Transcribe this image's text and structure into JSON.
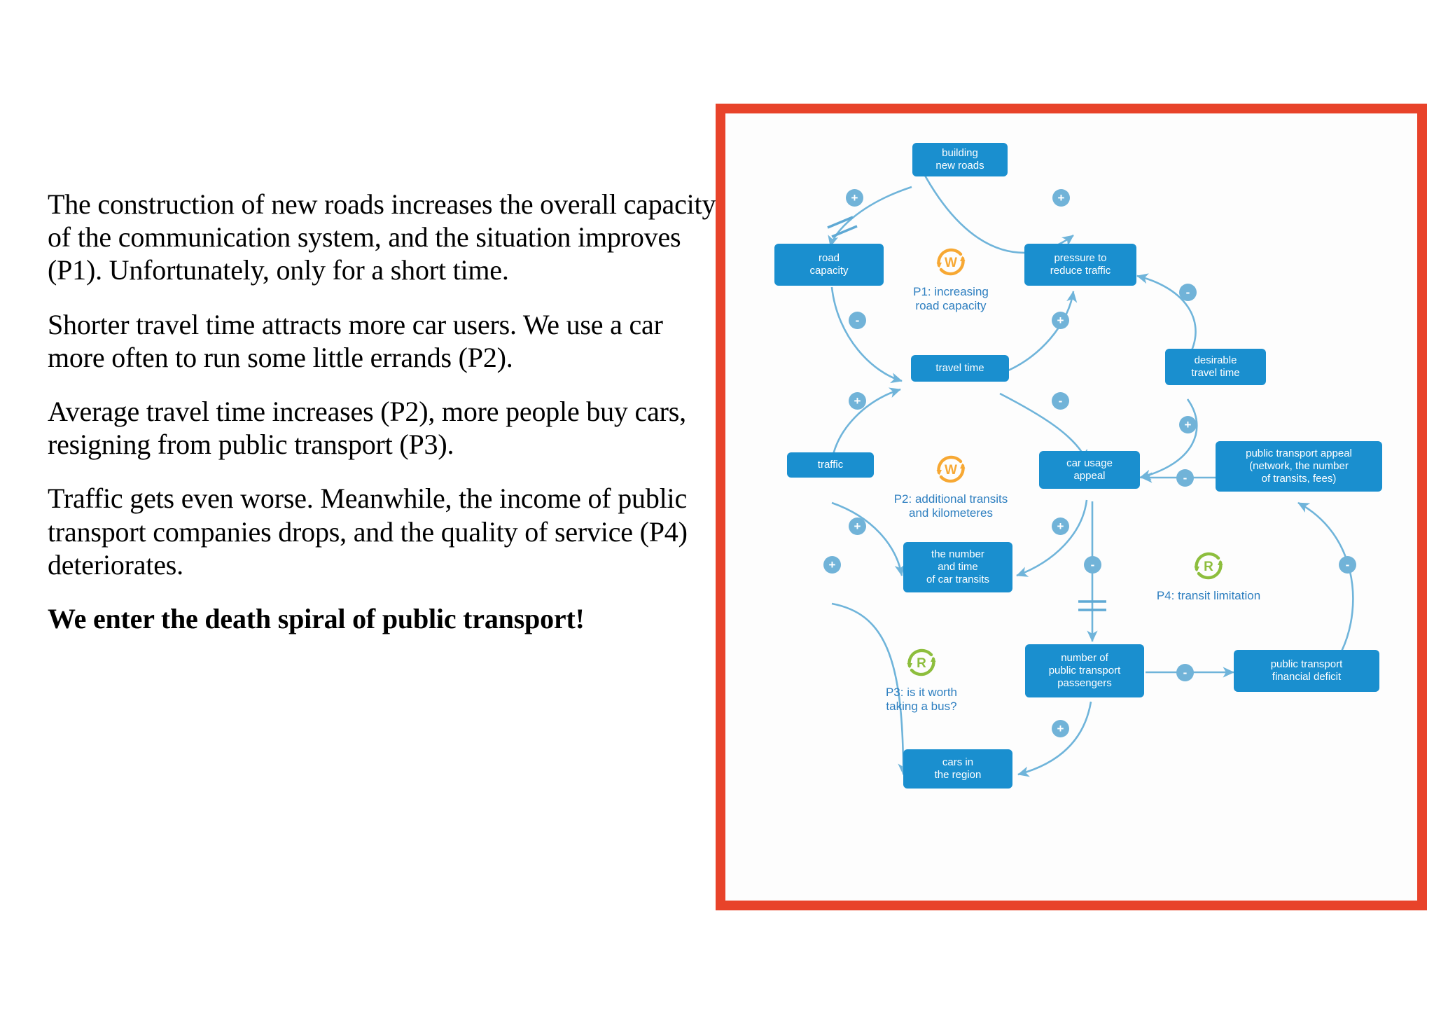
{
  "slide": {
    "paragraphs": [
      {
        "text": "The construction of new roads increases the overall capacity of the communication system, and the situation improves (P1). Unfortunately, only for a short time.",
        "bold": false
      },
      {
        "text": "Shorter travel time attracts more car users. We use a car more often to run some little errands (P2).",
        "bold": false
      },
      {
        "text": "Average travel time increases (P2), more people buy cars, resigning from public transport (P3).",
        "bold": false
      },
      {
        "text": "Traffic gets even worse. Meanwhile, the income of public transport companies drops, and the quality of service (P4) deteriorates.",
        "bold": false
      },
      {
        "text": "We enter the death spiral of public transport!",
        "bold": true
      }
    ]
  },
  "diagram": {
    "type": "causal-loop-diagram",
    "colors": {
      "frame_border": "#E8432A",
      "node_fill": "#1A8FCF",
      "node_text": "#FFFFFF",
      "link": "#6FB4DA",
      "badge_fill": "#71B3D8",
      "balancing_loop": "#F7A833",
      "reinforcing_loop": "#8DBE3D",
      "loop_label_text": "#2E7FC0",
      "canvas_background": "#FDFDFD"
    },
    "nodes": [
      {
        "id": "building-new-roads",
        "label": "building\nnew roads"
      },
      {
        "id": "road-capacity",
        "label": "road\ncapacity"
      },
      {
        "id": "pressure-to-reduce-traffic",
        "label": "pressure to\nreduce traffic"
      },
      {
        "id": "travel-time",
        "label": "travel time"
      },
      {
        "id": "desirable-travel-time",
        "label": "desirable\ntravel time"
      },
      {
        "id": "traffic",
        "label": "traffic"
      },
      {
        "id": "car-usage-appeal",
        "label": "car usage\nappeal"
      },
      {
        "id": "public-transport-appeal",
        "label": "public transport appeal\n(network, the number\nof transits, fees)"
      },
      {
        "id": "number-and-time-of-car-transits",
        "label": "the number\nand time\nof car transits"
      },
      {
        "id": "number-of-public-transport-passengers",
        "label": "number of\npublic transport\npassengers"
      },
      {
        "id": "public-transport-financial-deficit",
        "label": "public transport\nfinancial deficit"
      },
      {
        "id": "cars-in-the-region",
        "label": "cars in\nthe region"
      }
    ],
    "loops": [
      {
        "id": "p1",
        "marker": "W",
        "kind": "balancing",
        "label": "P1: increasing\nroad capacity"
      },
      {
        "id": "p2",
        "marker": "W",
        "kind": "balancing",
        "label": "P2: additional transits\nand kilometeres"
      },
      {
        "id": "p3",
        "marker": "R",
        "kind": "reinforcing",
        "label": "P3: is it worth\ntaking a bus?"
      },
      {
        "id": "p4",
        "marker": "R",
        "kind": "reinforcing",
        "label": "P4: transit limitation"
      }
    ],
    "links": [
      {
        "from": "pressure-to-reduce-traffic",
        "to": "building-new-roads",
        "polarity": "+",
        "delay": false
      },
      {
        "from": "building-new-roads",
        "to": "road-capacity",
        "polarity": "+",
        "delay": true
      },
      {
        "from": "road-capacity",
        "to": "travel-time",
        "polarity": "-",
        "delay": false
      },
      {
        "from": "travel-time",
        "to": "pressure-to-reduce-traffic",
        "polarity": "+",
        "delay": false
      },
      {
        "from": "desirable-travel-time",
        "to": "pressure-to-reduce-traffic",
        "polarity": "-",
        "delay": false
      },
      {
        "from": "desirable-travel-time",
        "to": "car-usage-appeal",
        "polarity": "+",
        "delay": false
      },
      {
        "from": "travel-time",
        "to": "car-usage-appeal",
        "polarity": "-",
        "delay": false
      },
      {
        "from": "public-transport-appeal",
        "to": "car-usage-appeal",
        "polarity": "-",
        "delay": false
      },
      {
        "from": "car-usage-appeal",
        "to": "number-and-time-of-car-transits",
        "polarity": "+",
        "delay": false
      },
      {
        "from": "number-and-time-of-car-transits",
        "to": "traffic",
        "polarity": "+",
        "delay": false
      },
      {
        "from": "traffic",
        "to": "travel-time",
        "polarity": "+",
        "delay": false
      },
      {
        "from": "car-usage-appeal",
        "to": "number-of-public-transport-passengers",
        "polarity": "-",
        "delay": true
      },
      {
        "from": "number-of-public-transport-passengers",
        "to": "public-transport-financial-deficit",
        "polarity": "-",
        "delay": false
      },
      {
        "from": "public-transport-financial-deficit",
        "to": "public-transport-appeal",
        "polarity": "-",
        "delay": false
      },
      {
        "from": "number-of-public-transport-passengers",
        "to": "cars-in-the-region",
        "polarity": "+",
        "delay": false
      },
      {
        "from": "cars-in-the-region",
        "to": "traffic",
        "polarity": "+",
        "delay": false
      }
    ],
    "badges": [
      {
        "polarity": "+"
      },
      {
        "polarity": "+"
      },
      {
        "polarity": "-"
      },
      {
        "polarity": "+"
      },
      {
        "polarity": "-"
      },
      {
        "polarity": "+"
      },
      {
        "polarity": "+"
      },
      {
        "polarity": "-"
      },
      {
        "polarity": "-"
      },
      {
        "polarity": "+"
      },
      {
        "polarity": "+"
      },
      {
        "polarity": "+"
      },
      {
        "polarity": "-"
      },
      {
        "polarity": "-"
      },
      {
        "polarity": "-"
      },
      {
        "polarity": "+"
      }
    ]
  }
}
